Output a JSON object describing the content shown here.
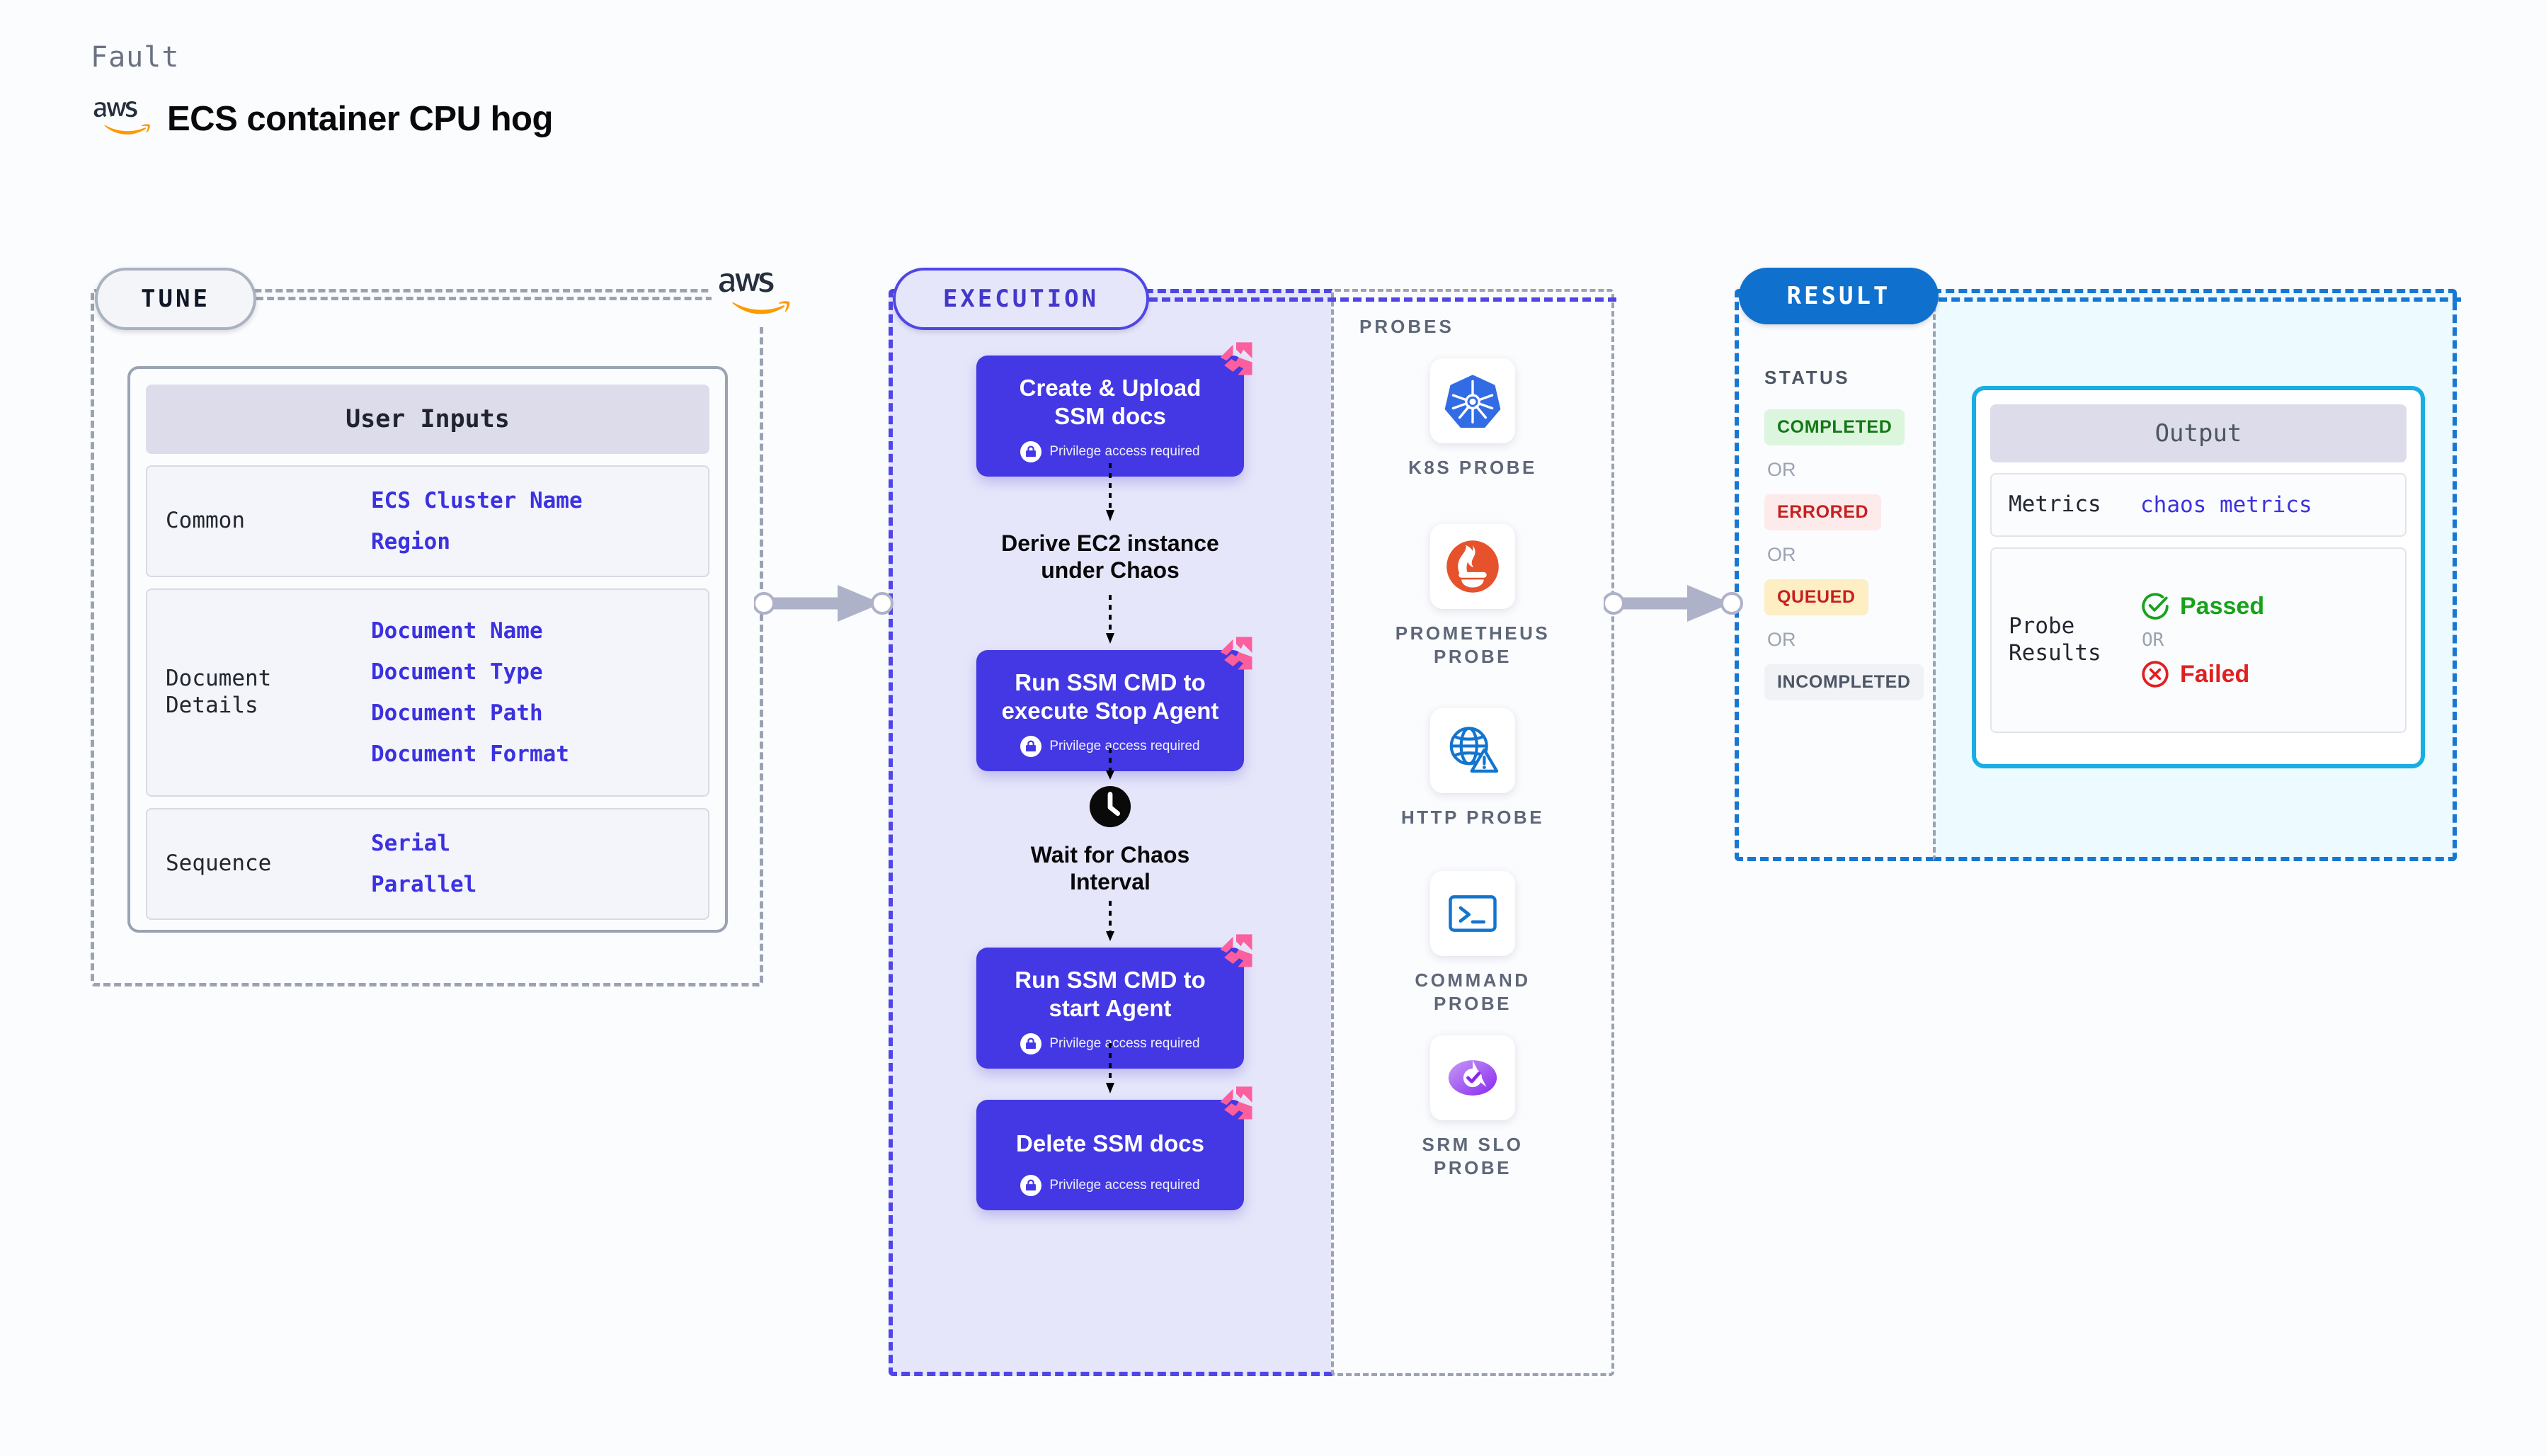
{
  "header": {
    "eyebrow": "Fault",
    "title": "ECS container CPU hog",
    "brand_icon": "aws-logo"
  },
  "tune": {
    "pill_label": "TUNE",
    "brand_icon": "aws-logo",
    "card_title": "User Inputs",
    "groups": [
      {
        "label": "Common",
        "values": [
          "ECS Cluster Name",
          "Region"
        ]
      },
      {
        "label": "Document\nDetails",
        "label_line1": "Document",
        "label_line2": "Details",
        "values": [
          "Document Name",
          "Document Type",
          "Document Path",
          "Document Format"
        ]
      },
      {
        "label": "Sequence",
        "values": [
          "Serial",
          "Parallel"
        ]
      }
    ]
  },
  "execution": {
    "pill_label": "EXECUTION",
    "privilege_note": "Privilege access required",
    "steps": [
      {
        "kind": "node",
        "title_line1": "Create & Upload",
        "title_line2": "SSM docs",
        "privileged": true,
        "badge": "harness-badge"
      },
      {
        "kind": "text",
        "title_line1": "Derive EC2 instance",
        "title_line2": "under Chaos"
      },
      {
        "kind": "node",
        "title_line1": "Run SSM CMD to",
        "title_line2": "execute Stop Agent",
        "privileged": true,
        "badge": "harness-badge"
      },
      {
        "kind": "text",
        "icon": "clock-icon",
        "title_line1": "Wait for Chaos",
        "title_line2": "Interval"
      },
      {
        "kind": "node",
        "title_line1": "Run SSM CMD to",
        "title_line2": "start Agent",
        "privileged": true,
        "badge": "harness-badge"
      },
      {
        "kind": "node",
        "title_line1": "Delete SSM docs",
        "title_line2": "",
        "privileged": true,
        "badge": "harness-badge"
      }
    ]
  },
  "probes": {
    "title": "PROBES",
    "items": [
      {
        "icon": "kubernetes-icon",
        "label_line1": "K8S  PROBE",
        "label_line2": ""
      },
      {
        "icon": "prometheus-icon",
        "label_line1": "PROMETHEUS",
        "label_line2": "PROBE"
      },
      {
        "icon": "http-globe-icon",
        "label_line1": "HTTP  PROBE",
        "label_line2": ""
      },
      {
        "icon": "terminal-icon",
        "label_line1": "COMMAND",
        "label_line2": "PROBE"
      },
      {
        "icon": "srm-slo-icon",
        "label_line1": "SRM  SLO",
        "label_line2": "PROBE"
      }
    ]
  },
  "result": {
    "pill_label": "RESULT",
    "status_title": "STATUS",
    "or_label": "OR",
    "statuses": [
      "COMPLETED",
      "ERRORED",
      "QUEUED",
      "INCOMPLETED"
    ],
    "output": {
      "title": "Output",
      "metrics_label": "Metrics",
      "metrics_value": "chaos metrics",
      "probe_results_label_line1": "Probe",
      "probe_results_label_line2": "Results",
      "passed_label": "Passed",
      "failed_label": "Failed",
      "or_label": "OR"
    }
  },
  "colors": {
    "node_purple": "#4338e3",
    "accent_indigo": "#4f46e5",
    "result_blue": "#0f70ce",
    "output_cyan": "#17aee4",
    "badge_pink": "#fb5f9d",
    "aws_orange": "#ff9900",
    "passed_green": "#17a21a",
    "failed_red": "#e02020",
    "connector_grey": "#aeb2c8"
  }
}
